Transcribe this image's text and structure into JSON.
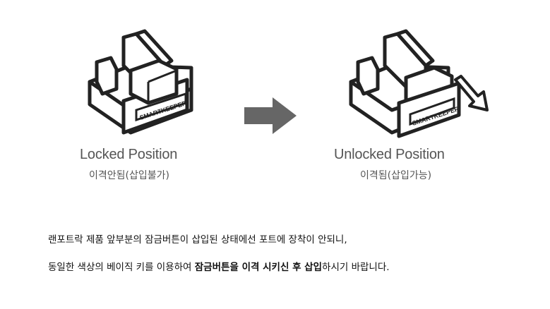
{
  "locked": {
    "title": "Locked Position",
    "subtitle": "이격안됨(삽입불가)",
    "brand_label": "SMARTKEEPER"
  },
  "unlocked": {
    "title": "Unlocked Position",
    "subtitle": "이격됨(삽입가능)",
    "brand_label": "SMARTKEEPER"
  },
  "instructions": {
    "line1": "랜포트락 제품 앞부분의 잠금버튼이 삽입된 상태에선 포트에 장착이 안되니,",
    "line2_prefix": "동일한 색상의 베이직 키를 이용하여 ",
    "line2_bold": "잠금버튼을 이격 시키신 후 삽입",
    "line2_suffix": "하시기 바랍니다."
  },
  "colors": {
    "outline": "#222222",
    "arrow": "#666666",
    "text_gray": "#555555"
  }
}
